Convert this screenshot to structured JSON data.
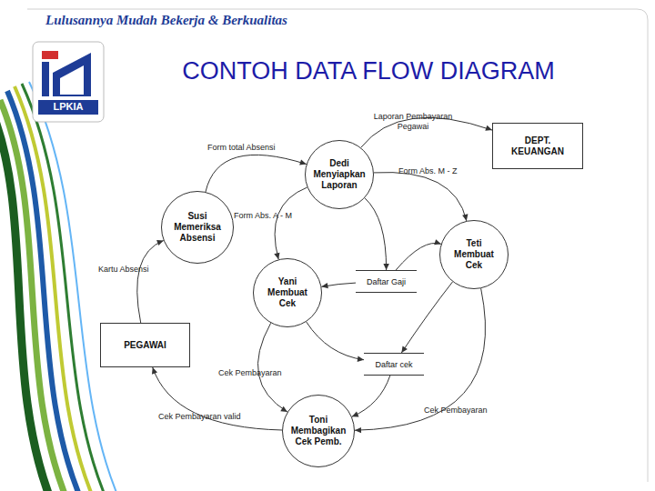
{
  "diagram": {
    "title": "CONTOH DATA FLOW DIAGRAM",
    "nodes": [
      {
        "text": [
          "DEPT. KEUANGAN"
        ]
      },
      {
        "text": [
          "Dedi Menyiapkan Laporan"
        ]
      },
      {
        "text": [
          "Susi Memeriksa Absensi"
        ]
      },
      {
        "text": [
          "Teti Membuat Cek"
        ]
      },
      {
        "text": [
          "Yani Membuat Cek"
        ]
      },
      {
        "text": [
          "Daftar Gaji"
        ]
      },
      {
        "text": [
          "PEGAWAI"
        ]
      },
      {
        "text": [
          "Daftar cek"
        ]
      },
      {
        "text": [
          "Toni Membagikan Cek Pemb."
        ]
      }
    ],
    "edges": [
      {
        "from": 1,
        "to": 0,
        "arrow": "to",
        "label": "Laporan Pembayaran Pegawai"
      },
      {
        "from": 2,
        "to": 1,
        "arrow": "to",
        "label": "Form total Absensi"
      },
      {
        "from": 1,
        "to": 3,
        "arrow": "to",
        "label": "Form Abs. M - Z"
      },
      {
        "from": 1,
        "to": 4,
        "arrow": "to",
        "label": "Form Abs. A - M"
      },
      {
        "from": 6,
        "to": 2,
        "arrow": "to",
        "label": "Kartu Absensi"
      },
      {
        "from": 1,
        "to": 5,
        "arrow": "to"
      },
      {
        "from": 5,
        "to": 4,
        "arrow": "to"
      },
      {
        "from": 5,
        "to": 3,
        "arrow": "to"
      },
      {
        "from": 4,
        "to": 7,
        "arrow": "to"
      },
      {
        "from": 3,
        "to": 7,
        "arrow": "to"
      },
      {
        "from": 7,
        "to": 8,
        "arrow": "to"
      },
      {
        "from": 4,
        "to": 8,
        "arrow": "to",
        "label": "Cek Pembayaran"
      },
      {
        "from": 3,
        "to": 8,
        "arrow": "to",
        "label": "Cek Pembayaran"
      },
      {
        "from": 8,
        "to": 6,
        "arrow": "to",
        "label": "Cek Pembayaran valid"
      }
    ],
    "labels": [
      "Lulusannya Mudah Bekerja & Berkualitas",
      "LPKIA"
    ]
  }
}
